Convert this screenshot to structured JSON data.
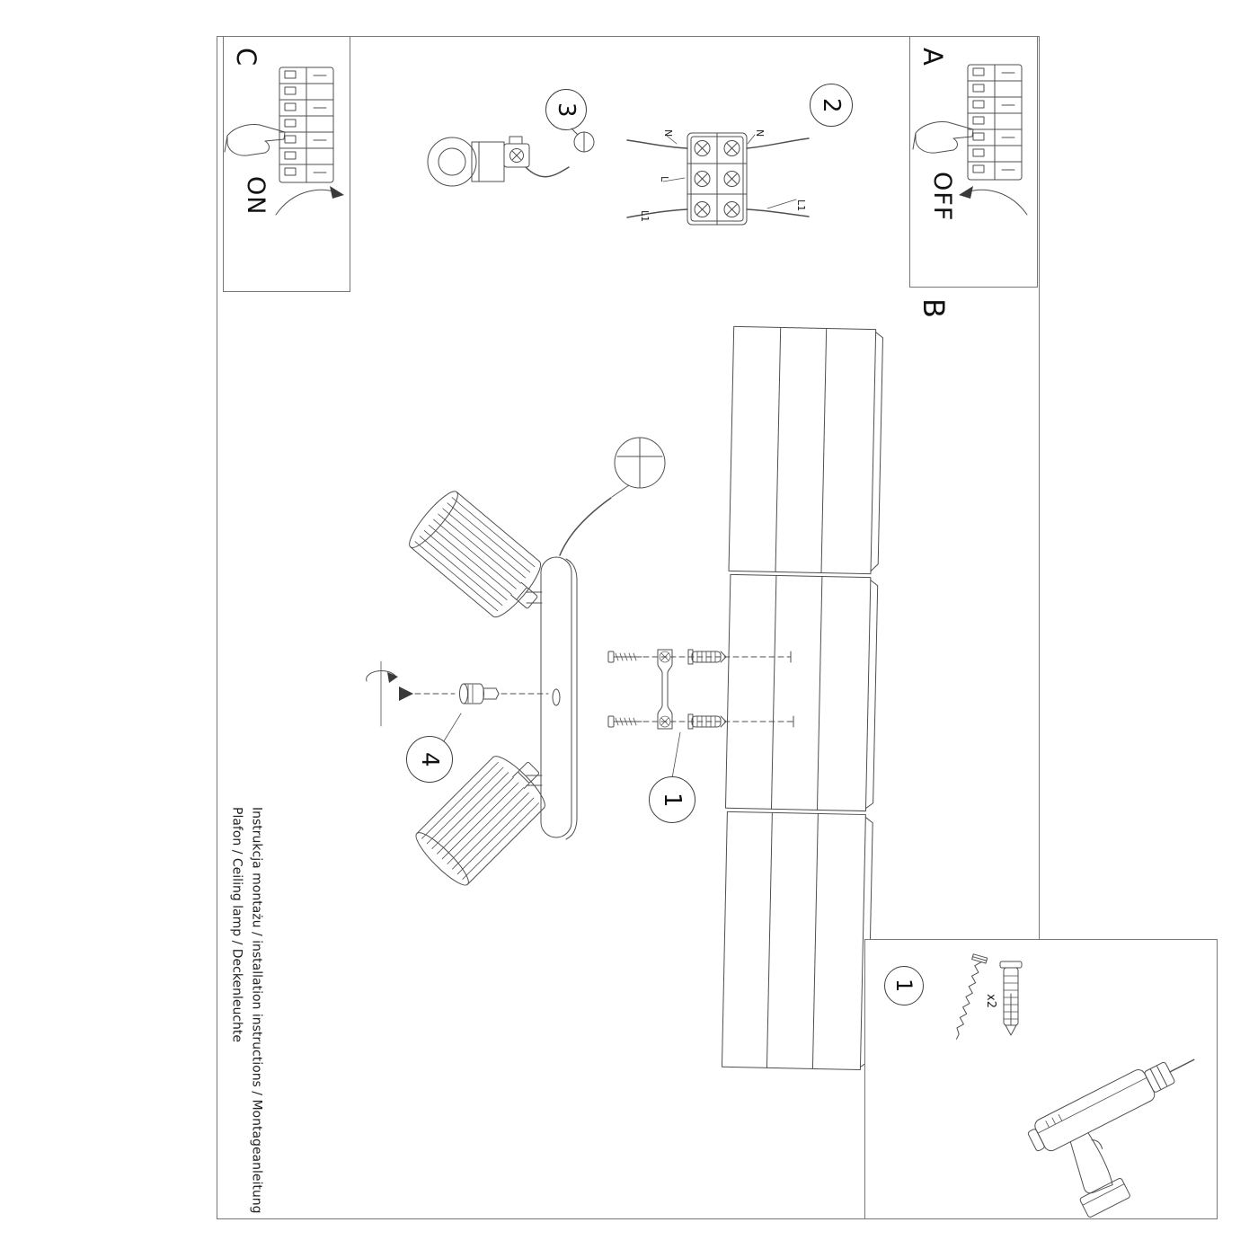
{
  "sheet": {
    "panel_c": {
      "label": "C",
      "state": "ON"
    },
    "panel_a": {
      "label": "A",
      "state": "OFF"
    },
    "section_b": {
      "label": "B"
    },
    "steps": {
      "socket": "3",
      "terminal": "2",
      "shade": "4",
      "mount": "1",
      "kit": "1"
    },
    "wiring": {
      "left": [
        "N",
        "L",
        "L1"
      ],
      "right": [
        "N",
        "L1"
      ]
    },
    "kit": {
      "screw_qty": "x2"
    },
    "footer": {
      "line1": "Instrukcja montażu / installation instructions / Montageanleitung",
      "line2": "Plafon / Ceiling lamp / Deckenleuchte"
    },
    "colors": {
      "line": "#4f4f4f",
      "text": "#1a1a1a",
      "bg": "#ffffff"
    }
  }
}
